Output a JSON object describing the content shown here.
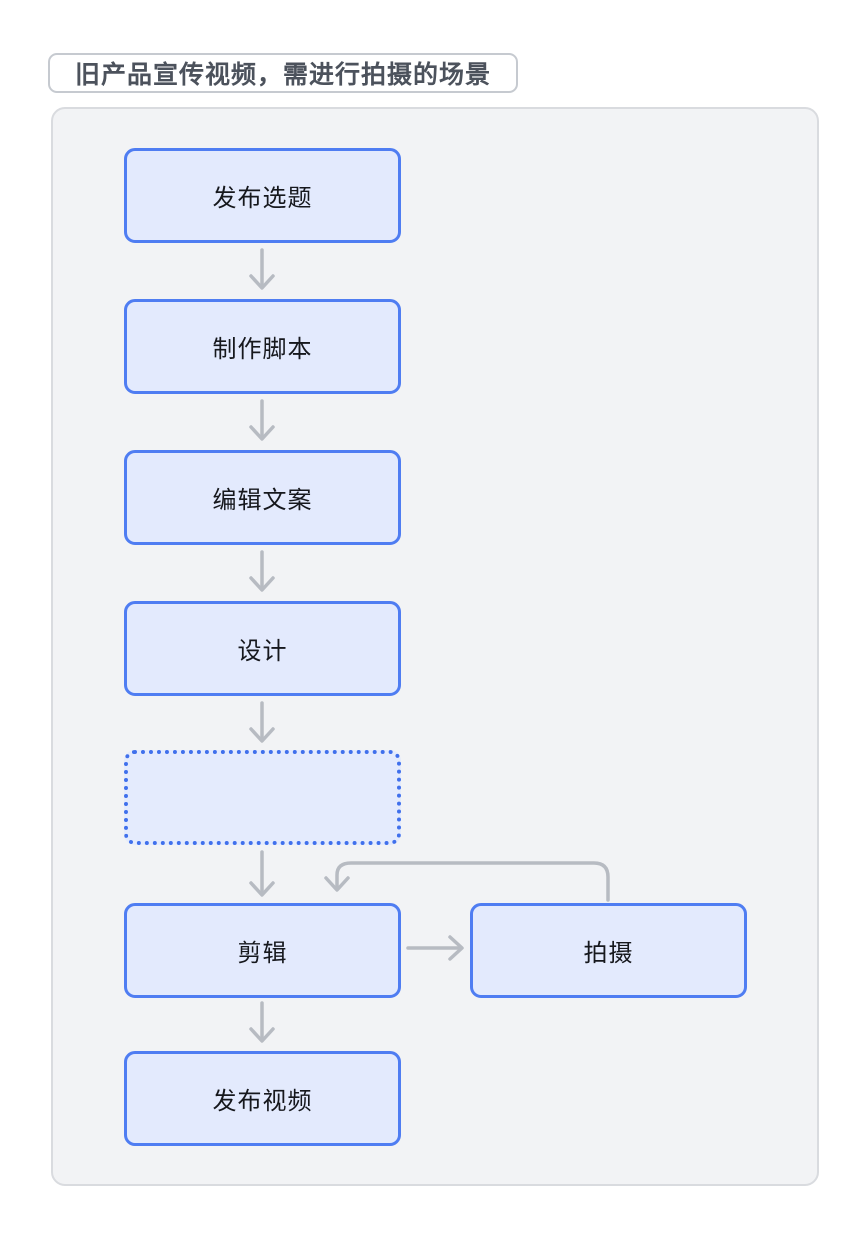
{
  "title": {
    "label": "旧产品宣传视频，需进行拍摄的场景"
  },
  "colors": {
    "page_bg": "#ffffff",
    "panel_bg": "#f2f3f5",
    "panel_border": "#d9dbdf",
    "node_fill": "#e3eafd",
    "node_border": "#4f7df2",
    "dashed_node_border": "#4070ec",
    "arrow": "#b7bbc2",
    "title_text": "#4c525c",
    "title_border": "#c6cad0",
    "node_text": "#16181d"
  },
  "flowchart": {
    "nodes": [
      {
        "id": "publish-topic",
        "label": "发布选题",
        "style": "solid"
      },
      {
        "id": "make-script",
        "label": "制作脚本",
        "style": "solid"
      },
      {
        "id": "edit-copy",
        "label": "编辑文案",
        "style": "solid"
      },
      {
        "id": "design",
        "label": "设计",
        "style": "solid"
      },
      {
        "id": "placeholder",
        "label": "",
        "style": "dashed"
      },
      {
        "id": "clip",
        "label": "剪辑",
        "style": "solid"
      },
      {
        "id": "shoot",
        "label": "拍摄",
        "style": "solid"
      },
      {
        "id": "publish-video",
        "label": "发布视频",
        "style": "solid"
      }
    ],
    "edges": [
      {
        "from": "publish-topic",
        "to": "make-script"
      },
      {
        "from": "make-script",
        "to": "edit-copy"
      },
      {
        "from": "edit-copy",
        "to": "design"
      },
      {
        "from": "design",
        "to": "placeholder"
      },
      {
        "from": "placeholder",
        "to": "clip"
      },
      {
        "from": "clip",
        "to": "shoot"
      },
      {
        "from": "shoot",
        "to": "clip",
        "shape": "loop-over-top"
      },
      {
        "from": "clip",
        "to": "publish-video"
      }
    ]
  }
}
